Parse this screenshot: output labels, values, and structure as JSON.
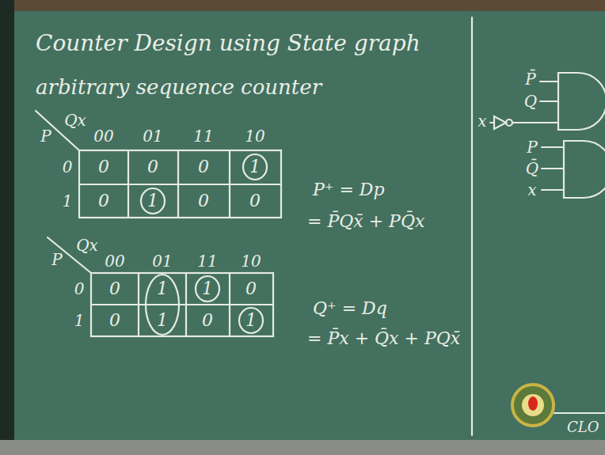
{
  "diagram": {
    "title": "Counter Design using State graph",
    "labels": [
      "arbitrary sequence counter",
      "Qx",
      "P",
      "00",
      "01",
      "11",
      "10",
      "0",
      "1",
      "0",
      "0",
      "0",
      "1",
      "0",
      "1",
      "0",
      "0",
      "P⁺ = Dp",
      "= P̄Qx̄ + PQ̄x",
      "Qx",
      "P",
      "00",
      "01",
      "11",
      "10",
      "0",
      "1",
      "0",
      "1",
      "1",
      "0",
      "0",
      "1",
      "0",
      "1",
      "Q⁺ = Dq",
      "= P̄x + Q̄x + PQx̄",
      "P̄",
      "Q",
      "x",
      "P",
      "Q̄",
      "x",
      "CLO"
    ]
  }
}
